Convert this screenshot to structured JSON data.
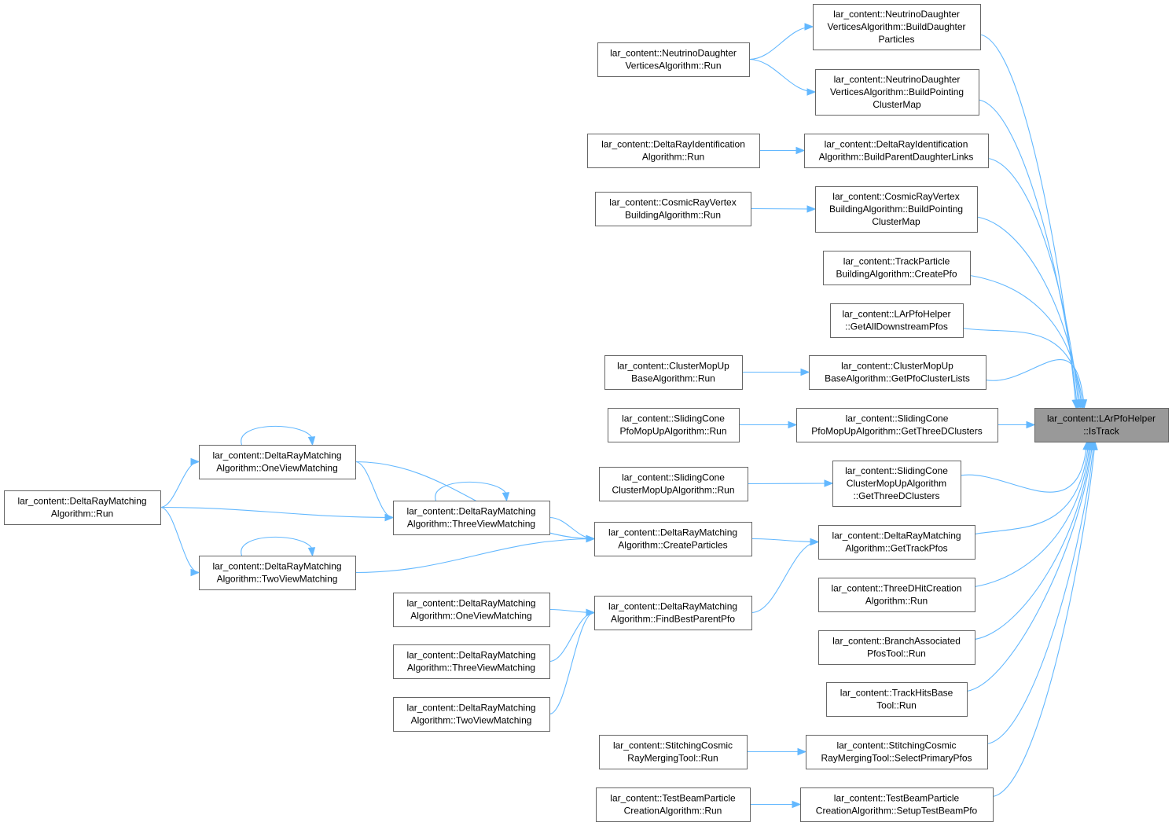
{
  "diagram": {
    "title": "",
    "colors": {
      "edge": "#63b8ff",
      "node_border": "#666666",
      "focus_fill": "#999999",
      "node_fill": "#ffffff",
      "text": "#000000"
    },
    "nodes": [
      {
        "id": "istrack",
        "lines": [
          "lar_content::LArPfoHelper",
          "::IsTrack"
        ],
        "focus": true
      },
      {
        "id": "nd_bdp",
        "lines": [
          "lar_content::NeutrinoDaughter",
          "VerticesAlgorithm::BuildDaughter",
          "Particles"
        ]
      },
      {
        "id": "nd_bpcm",
        "lines": [
          "lar_content::NeutrinoDaughter",
          "VerticesAlgorithm::BuildPointing",
          "ClusterMap"
        ]
      },
      {
        "id": "nd_run",
        "lines": [
          "lar_content::NeutrinoDaughter",
          "VerticesAlgorithm::Run"
        ]
      },
      {
        "id": "dri_bpdl",
        "lines": [
          "lar_content::DeltaRayIdentification",
          "Algorithm::BuildParentDaughterLinks"
        ]
      },
      {
        "id": "dri_run",
        "lines": [
          "lar_content::DeltaRayIdentification",
          "Algorithm::Run"
        ]
      },
      {
        "id": "crv_bpcm",
        "lines": [
          "lar_content::CosmicRayVertex",
          "BuildingAlgorithm::BuildPointing",
          "ClusterMap"
        ]
      },
      {
        "id": "crv_run",
        "lines": [
          "lar_content::CosmicRayVertex",
          "BuildingAlgorithm::Run"
        ]
      },
      {
        "id": "tpb_cp",
        "lines": [
          "lar_content::TrackParticle",
          "BuildingAlgorithm::CreatePfo"
        ]
      },
      {
        "id": "lph_gad",
        "lines": [
          "lar_content::LArPfoHelper",
          "::GetAllDownstreamPfos"
        ]
      },
      {
        "id": "cmu_gpcl",
        "lines": [
          "lar_content::ClusterMopUp",
          "BaseAlgorithm::GetPfoClusterLists"
        ]
      },
      {
        "id": "cmu_run",
        "lines": [
          "lar_content::ClusterMopUp",
          "BaseAlgorithm::Run"
        ]
      },
      {
        "id": "scp_gtdc",
        "lines": [
          "lar_content::SlidingCone",
          "PfoMopUpAlgorithm::GetThreeDClusters"
        ]
      },
      {
        "id": "scp_run",
        "lines": [
          "lar_content::SlidingCone",
          "PfoMopUpAlgorithm::Run"
        ]
      },
      {
        "id": "scc_gtdc",
        "lines": [
          "lar_content::SlidingCone",
          "ClusterMopUpAlgorithm",
          "::GetThreeDClusters"
        ]
      },
      {
        "id": "scc_run",
        "lines": [
          "lar_content::SlidingCone",
          "ClusterMopUpAlgorithm::Run"
        ]
      },
      {
        "id": "drm_gtp",
        "lines": [
          "lar_content::DeltaRayMatching",
          "Algorithm::GetTrackPfos"
        ]
      },
      {
        "id": "drm_cp",
        "lines": [
          "lar_content::DeltaRayMatching",
          "Algorithm::CreateParticles"
        ]
      },
      {
        "id": "drm_fbpp",
        "lines": [
          "lar_content::DeltaRayMatching",
          "Algorithm::FindBestParentPfo"
        ]
      },
      {
        "id": "drm_ovm1",
        "lines": [
          "lar_content::DeltaRayMatching",
          "Algorithm::OneViewMatching"
        ]
      },
      {
        "id": "drm_tvm1",
        "lines": [
          "lar_content::DeltaRayMatching",
          "Algorithm::ThreeViewMatching"
        ]
      },
      {
        "id": "drm_twm1",
        "lines": [
          "lar_content::DeltaRayMatching",
          "Algorithm::TwoViewMatching"
        ]
      },
      {
        "id": "drm_run",
        "lines": [
          "lar_content::DeltaRayMatching",
          "Algorithm::Run"
        ]
      },
      {
        "id": "drm_ovm2",
        "lines": [
          "lar_content::DeltaRayMatching",
          "Algorithm::OneViewMatching"
        ]
      },
      {
        "id": "drm_tvm2",
        "lines": [
          "lar_content::DeltaRayMatching",
          "Algorithm::ThreeViewMatching"
        ]
      },
      {
        "id": "drm_twm2",
        "lines": [
          "lar_content::DeltaRayMatching",
          "Algorithm::TwoViewMatching"
        ]
      },
      {
        "id": "tdhc_run",
        "lines": [
          "lar_content::ThreeDHitCreation",
          "Algorithm::Run"
        ]
      },
      {
        "id": "bap_run",
        "lines": [
          "lar_content::BranchAssociated",
          "PfosTool::Run"
        ]
      },
      {
        "id": "thb_run",
        "lines": [
          "lar_content::TrackHitsBase",
          "Tool::Run"
        ]
      },
      {
        "id": "scrm_spp",
        "lines": [
          "lar_content::StitchingCosmic",
          "RayMergingTool::SelectPrimaryPfos"
        ]
      },
      {
        "id": "scrm_run",
        "lines": [
          "lar_content::StitchingCosmic",
          "RayMergingTool::Run"
        ]
      },
      {
        "id": "tbpc_stbp",
        "lines": [
          "lar_content::TestBeamParticle",
          "CreationAlgorithm::SetupTestBeamPfo"
        ]
      },
      {
        "id": "tbpc_run",
        "lines": [
          "lar_content::TestBeamParticle",
          "CreationAlgorithm::Run"
        ]
      }
    ],
    "edges": [
      {
        "from": "nd_bdp",
        "to": "istrack"
      },
      {
        "from": "nd_bpcm",
        "to": "istrack"
      },
      {
        "from": "dri_bpdl",
        "to": "istrack"
      },
      {
        "from": "crv_bpcm",
        "to": "istrack"
      },
      {
        "from": "tpb_cp",
        "to": "istrack"
      },
      {
        "from": "lph_gad",
        "to": "istrack"
      },
      {
        "from": "cmu_gpcl",
        "to": "istrack"
      },
      {
        "from": "scp_gtdc",
        "to": "istrack"
      },
      {
        "from": "scc_gtdc",
        "to": "istrack"
      },
      {
        "from": "drm_gtp",
        "to": "istrack"
      },
      {
        "from": "tdhc_run",
        "to": "istrack"
      },
      {
        "from": "bap_run",
        "to": "istrack"
      },
      {
        "from": "thb_run",
        "to": "istrack"
      },
      {
        "from": "scrm_spp",
        "to": "istrack"
      },
      {
        "from": "tbpc_stbp",
        "to": "istrack"
      },
      {
        "from": "nd_run",
        "to": "nd_bdp"
      },
      {
        "from": "nd_run",
        "to": "nd_bpcm"
      },
      {
        "from": "dri_run",
        "to": "dri_bpdl"
      },
      {
        "from": "crv_run",
        "to": "crv_bpcm"
      },
      {
        "from": "cmu_run",
        "to": "cmu_gpcl"
      },
      {
        "from": "scp_run",
        "to": "scp_gtdc"
      },
      {
        "from": "scc_run",
        "to": "scc_gtdc"
      },
      {
        "from": "drm_cp",
        "to": "drm_gtp"
      },
      {
        "from": "drm_fbpp",
        "to": "drm_gtp"
      },
      {
        "from": "drm_ovm1",
        "to": "drm_cp"
      },
      {
        "from": "drm_tvm1",
        "to": "drm_cp"
      },
      {
        "from": "drm_twm1",
        "to": "drm_cp"
      },
      {
        "from": "drm_run",
        "to": "drm_ovm1"
      },
      {
        "from": "drm_run",
        "to": "drm_tvm1"
      },
      {
        "from": "drm_run",
        "to": "drm_twm1"
      },
      {
        "from": "drm_ovm1",
        "to": "drm_tvm1"
      },
      {
        "from": "drm_ovm1",
        "to": "drm_ovm1"
      },
      {
        "from": "drm_tvm1",
        "to": "drm_tvm1"
      },
      {
        "from": "drm_twm1",
        "to": "drm_twm1"
      },
      {
        "from": "drm_ovm2",
        "to": "drm_fbpp"
      },
      {
        "from": "drm_tvm2",
        "to": "drm_fbpp"
      },
      {
        "from": "drm_twm2",
        "to": "drm_fbpp"
      },
      {
        "from": "scrm_run",
        "to": "scrm_spp"
      },
      {
        "from": "tbpc_run",
        "to": "tbpc_stbp"
      }
    ]
  }
}
